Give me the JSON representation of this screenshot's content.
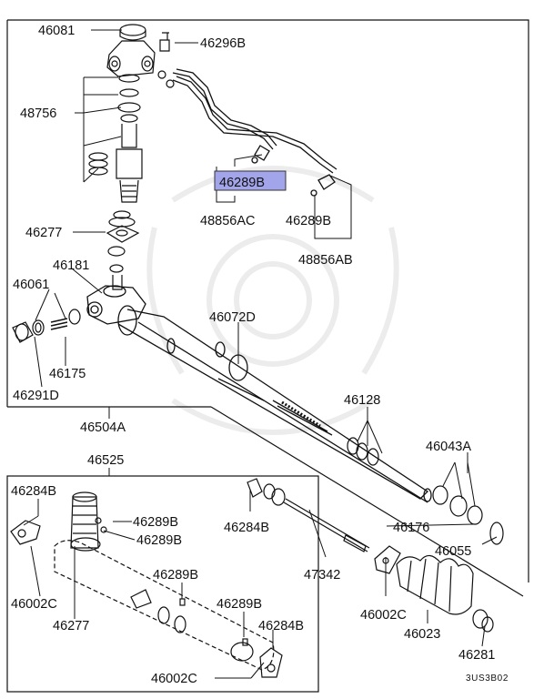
{
  "diagram": {
    "drawing_code": "3US3B02",
    "highlighted_part": "46289B",
    "part_labels": {
      "p46081": "46081",
      "p46296B": "46296B",
      "p48756": "48756",
      "p46289B_hl": "46289B",
      "p48856AC": "48856AC",
      "p46289B_r": "46289B",
      "p48856AB": "48856AB",
      "p46277_top": "46277",
      "p46181": "46181",
      "p46061": "46061",
      "p46072D": "46072D",
      "p46175": "46175",
      "p46291D": "46291D",
      "p46128": "46128",
      "p46504A": "46504A",
      "p46043A": "46043A",
      "p46525": "46525",
      "p46284B_tl": "46284B",
      "p46289B_a": "46289B",
      "p46289B_b": "46289B",
      "p46284B_m": "46284B",
      "p46176": "46176",
      "p46055": "46055",
      "p46002C_l": "46002C",
      "p46277_b": "46277",
      "p46289B_c": "46289B",
      "p47342": "47342",
      "p46289B_d": "46289B",
      "p46284B_r": "46284B",
      "p46002C_m": "46002C",
      "p46023": "46023",
      "p46002C_b": "46002C",
      "p46281": "46281"
    }
  }
}
